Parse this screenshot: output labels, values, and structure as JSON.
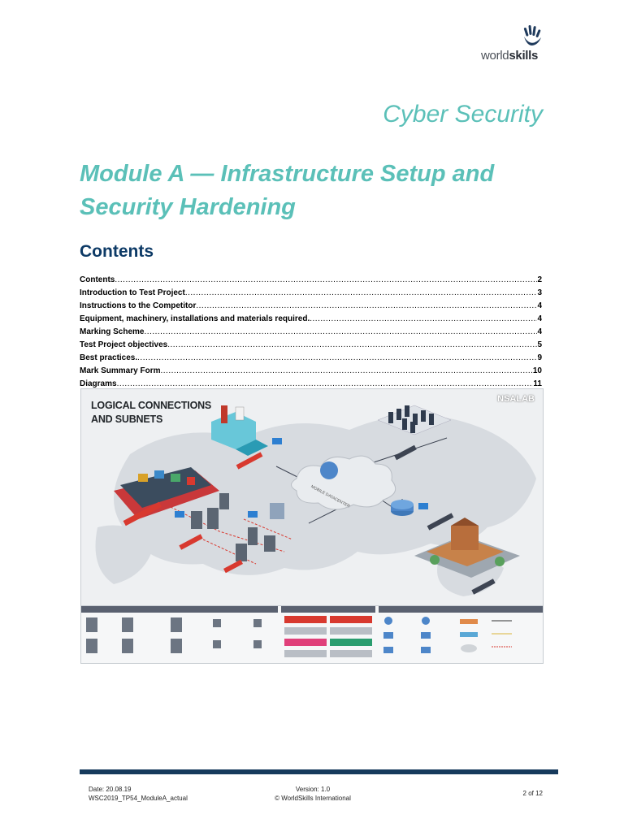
{
  "logo": {
    "brand_light": "world",
    "brand_bold": "skills"
  },
  "header": {
    "subject": "Cyber Security",
    "module_title": "Module A — Infrastructure Setup and Security Hardening",
    "contents_heading": "Contents"
  },
  "toc": [
    {
      "label": "Contents",
      "page": "2"
    },
    {
      "label": "Introduction to Test Project",
      "page": "3"
    },
    {
      "label": "Instructions to the Competitor",
      "page": "4"
    },
    {
      "label": "Equipment, machinery, installations and materials required.",
      "page": "4"
    },
    {
      "label": "Marking Scheme",
      "page": "4"
    },
    {
      "label": "Test Project objectives",
      "page": "5"
    },
    {
      "label": "Best practices. ",
      "page": "9"
    },
    {
      "label": "Mark Summary Form",
      "page": "10"
    },
    {
      "label": "Diagrams ",
      "page": "11"
    }
  ],
  "diagram": {
    "title_line1": "LOGICAL CONNECTIONS",
    "title_line2": "AND SUBNETS",
    "brand": "NSALAB",
    "colors": {
      "map": "#d7dbe0",
      "cloud": "#e9ecef",
      "red_tag": "#d8392f",
      "link": "#3d4452",
      "legend_bar": "#5a6170"
    }
  },
  "footer": {
    "date": "Date: 20.08.19",
    "file": "WSC2019_TP54_ModuleA_actual",
    "version": "Version: 1.0",
    "copyright": "© WorldSkills International",
    "page": "2 of 12"
  }
}
